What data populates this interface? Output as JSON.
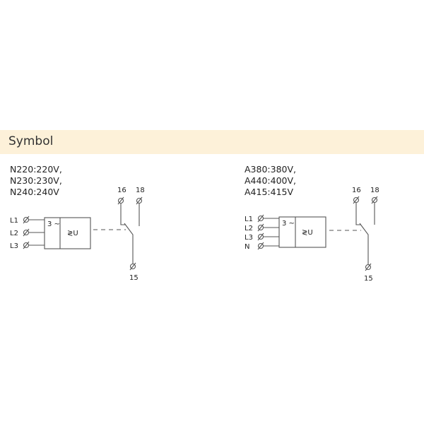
{
  "section_title": "Symbol",
  "left": {
    "variants": [
      "N220:220V,",
      "N230:230V,",
      "N240:240V"
    ],
    "inputs": [
      "L1",
      "L2",
      "L3"
    ],
    "box_phase": "3 ~",
    "box_function": "≷U",
    "contacts": [
      "16",
      "18",
      "15"
    ]
  },
  "right": {
    "variants": [
      "A380:380V,",
      "A440:400V,",
      "A415:415V"
    ],
    "inputs": [
      "L1",
      "L2",
      "L3",
      "N"
    ],
    "box_phase": "3 ~",
    "box_function": "≷U",
    "contacts": [
      "16",
      "18",
      "15"
    ]
  }
}
